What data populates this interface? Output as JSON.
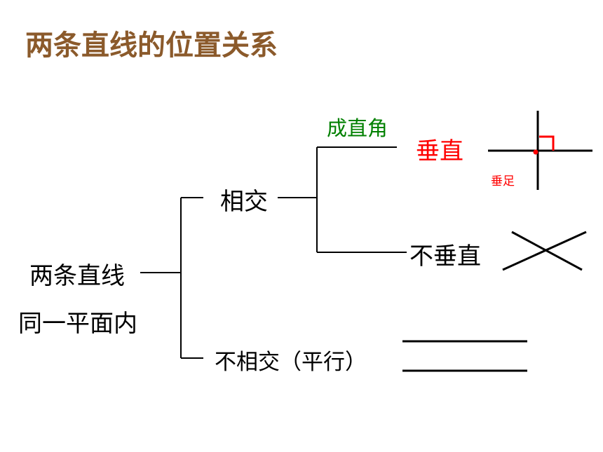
{
  "title": "两条直线的位置关系",
  "root": {
    "line1": "两条直线",
    "line2": "同一平面内"
  },
  "branch_intersect": {
    "label": "相交",
    "right_angle_note": "成直角",
    "perpendicular": "垂直",
    "foot_of_perpendicular": "垂足",
    "not_perpendicular": "不垂直"
  },
  "branch_parallel": {
    "label": "不相交（平行）"
  },
  "colors": {
    "title": "#8B5A2B",
    "note_green": "#008000",
    "highlight_red": "#FF0000",
    "text": "#000000"
  }
}
